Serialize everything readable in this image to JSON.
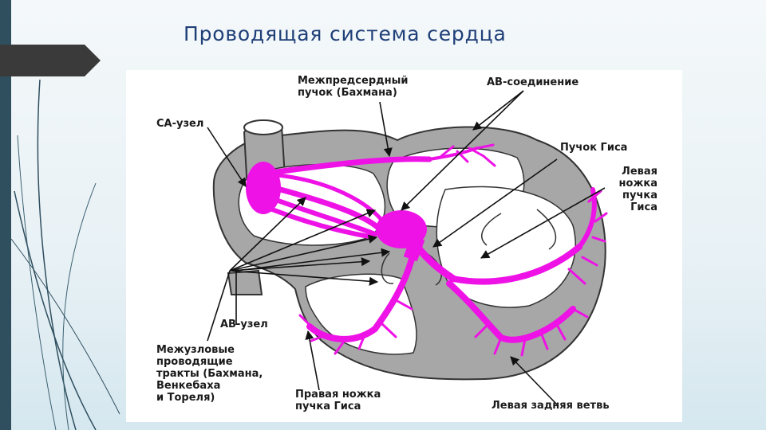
{
  "slide": {
    "title": "Проводящая система сердца",
    "colors": {
      "conduction": "#ee12e6",
      "myocardium": "#a7a7a7",
      "chamber": "#ffffff",
      "title": "#1f3f78",
      "side_bar": "#2f4f5f"
    }
  },
  "diagram": {
    "labels": {
      "bachmann_bundle": "Межпредсердный\nпучок (Бахмана)",
      "av_junction": "АВ-соединение",
      "sa_node": "СА-узел",
      "his_bundle": "Пучок Гиса",
      "left_bundle_branch": "Левая\nножка\nпучка\nГиса",
      "av_node": "АВ-узел",
      "internodal_tracts": "Межузловые\nпроводящие\nтракты (Бахмана,\nВенкебаха\nи Тореля)",
      "right_bundle_branch": "Правая ножка\nпучка Гиса",
      "left_posterior_fascicle": "Левая задняя ветвь"
    }
  }
}
